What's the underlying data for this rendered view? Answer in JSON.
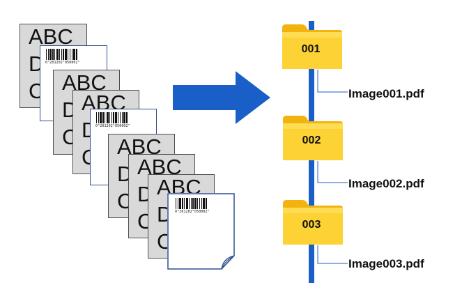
{
  "documents": {
    "page_text_line1": "ABC",
    "page_text_line2": "D",
    "page_text_line3": "C",
    "barcode_number": "0\"201202\"050002\""
  },
  "folders": [
    {
      "label": "001",
      "file": "Image001.pdf"
    },
    {
      "label": "002",
      "file": "Image002.pdf"
    },
    {
      "label": "003",
      "file": "Image003.pdf"
    }
  ],
  "colors": {
    "arrow": "#1a5fc8",
    "timeline": "#1a5fc8",
    "folder": "#f9c21a",
    "page_gray": "#d9d9d9",
    "page_border": "#2f4f8f"
  }
}
